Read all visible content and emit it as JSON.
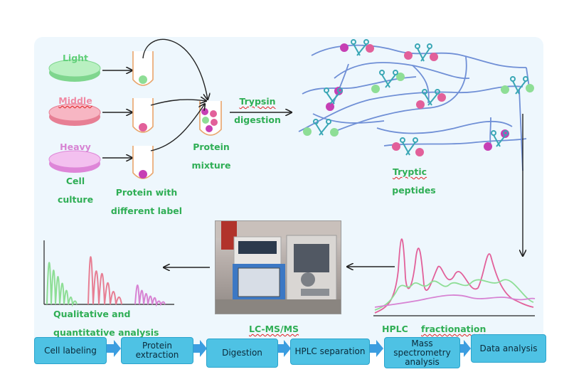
{
  "labels": {
    "light": "Light",
    "middle": "Middle",
    "heavy": "Heavy",
    "cell_culture_1": "Cell",
    "cell_culture_2": "culture",
    "protein_label_1": "Protein with",
    "protein_label_2": "different label",
    "protein_mixture_1": "Protein",
    "protein_mixture_2": "mixture",
    "trypsin_1": "Trypsin",
    "trypsin_2": "digestion",
    "tryptic_1": "Tryptic",
    "tryptic_2": "peptides",
    "hplc": "HPLC",
    "fractionation": "fractionation",
    "lcms": "LC-MS/MS",
    "qual_1": "Qualitative and",
    "qual_2": "quantitative analysis"
  },
  "flow": [
    "Cell labeling",
    "Protein extraction",
    "Digestion",
    "HPLC separation",
    "Mass spectrometry analysis",
    "Data analysis"
  ],
  "colors": {
    "light": "#8de09c",
    "middle": "#ef8fa3",
    "heavy": "#e79ae0",
    "label_green": "#2fae55",
    "flow_box": "#4ec2e4",
    "flow_arrow": "#3b9de0",
    "chain": "#6f8fd6",
    "bead_pink": "#e2609a",
    "bead_magenta": "#c63fb4",
    "bead_green": "#8ede96"
  }
}
